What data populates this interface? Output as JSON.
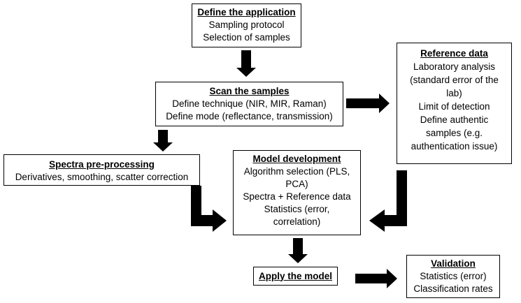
{
  "diagram": {
    "define_application": {
      "title": "Define the application",
      "lines": [
        "Sampling protocol",
        "Selection of samples"
      ]
    },
    "scan_samples": {
      "title": "Scan the samples",
      "lines": [
        "Define technique (NIR, MIR, Raman)",
        "Define mode (reflectance, transmission)"
      ]
    },
    "reference_data": {
      "title": "Reference data",
      "lines": [
        "Laboratory analysis",
        "(standard error of the",
        "lab)",
        "Limit of detection",
        "Define authentic",
        "samples (e.g.",
        "authentication issue)"
      ]
    },
    "spectra_preprocessing": {
      "title": "Spectra pre-processing",
      "lines": [
        "Derivatives, smoothing, scatter correction"
      ]
    },
    "model_development": {
      "title": "Model development",
      "lines": [
        "Algorithm selection (PLS,",
        "PCA)",
        "Spectra + Reference data",
        "Statistics (error,",
        "correlation)"
      ]
    },
    "apply_model": {
      "title": "Apply the model"
    },
    "validation": {
      "title": "Validation",
      "lines": [
        "Statistics (error)",
        "Classification rates"
      ]
    }
  }
}
